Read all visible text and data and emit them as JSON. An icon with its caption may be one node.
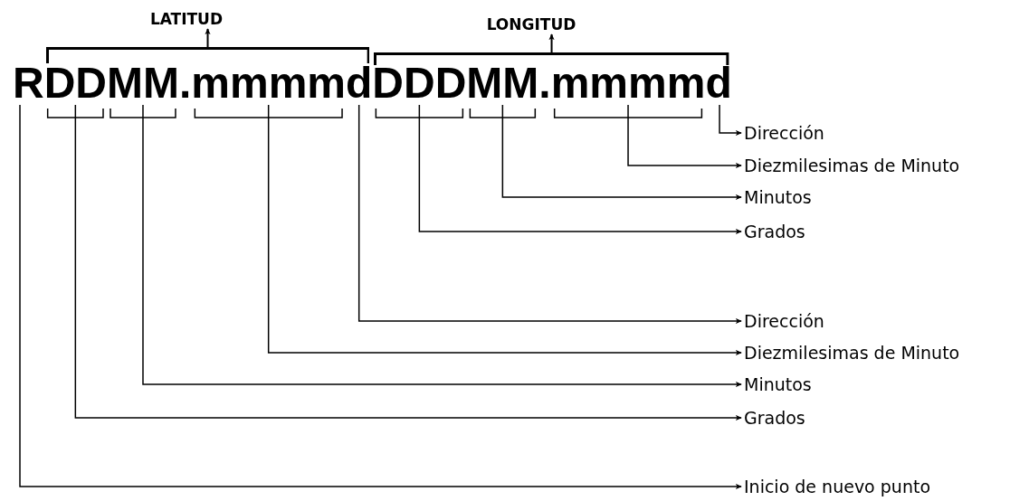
{
  "diagram": {
    "nodes": [
      {
        "text": [
          "LATITUD"
        ]
      },
      {
        "text": [
          "LONGITUD"
        ]
      },
      {
        "text": [],
        "shape": "bracket"
      },
      {
        "text": [],
        "shape": "bracket"
      },
      {
        "text": [
          "R"
        ]
      },
      {
        "text": [
          "DD"
        ]
      },
      {
        "text": [
          "MM"
        ]
      },
      {
        "text": [
          "mmmm"
        ]
      },
      {
        "text": [
          "d"
        ]
      },
      {
        "text": [
          "DDD"
        ]
      },
      {
        "text": [
          "MM"
        ]
      },
      {
        "text": [
          "mmmm"
        ]
      },
      {
        "text": [
          "d"
        ]
      },
      {
        "text": [
          "Dirección"
        ]
      },
      {
        "text": [
          "Diezmilesimas de Minuto"
        ]
      },
      {
        "text": [
          "Minutos"
        ]
      },
      {
        "text": [
          "Grados"
        ]
      },
      {
        "text": [
          "Dirección"
        ]
      },
      {
        "text": [
          "Diezmilesimas de Minuto"
        ]
      },
      {
        "text": [
          "Minutos"
        ]
      },
      {
        "text": [
          "Grados"
        ]
      },
      {
        "text": [
          "Inicio de nuevo punto"
        ]
      }
    ],
    "edges": [
      {
        "from": 2,
        "to": 0,
        "arrow": "to"
      },
      {
        "from": 3,
        "to": 1,
        "arrow": "to"
      },
      {
        "from": 12,
        "to": 13,
        "arrow": "to"
      },
      {
        "from": 11,
        "to": 14,
        "arrow": "to"
      },
      {
        "from": 10,
        "to": 15,
        "arrow": "to"
      },
      {
        "from": 9,
        "to": 16,
        "arrow": "to"
      },
      {
        "from": 8,
        "to": 17,
        "arrow": "to"
      },
      {
        "from": 7,
        "to": 18,
        "arrow": "to"
      },
      {
        "from": 6,
        "to": 19,
        "arrow": "to"
      },
      {
        "from": 5,
        "to": 20,
        "arrow": "to"
      },
      {
        "from": 4,
        "to": 21,
        "arrow": "to"
      }
    ],
    "labels": [
      ".",
      "."
    ]
  }
}
